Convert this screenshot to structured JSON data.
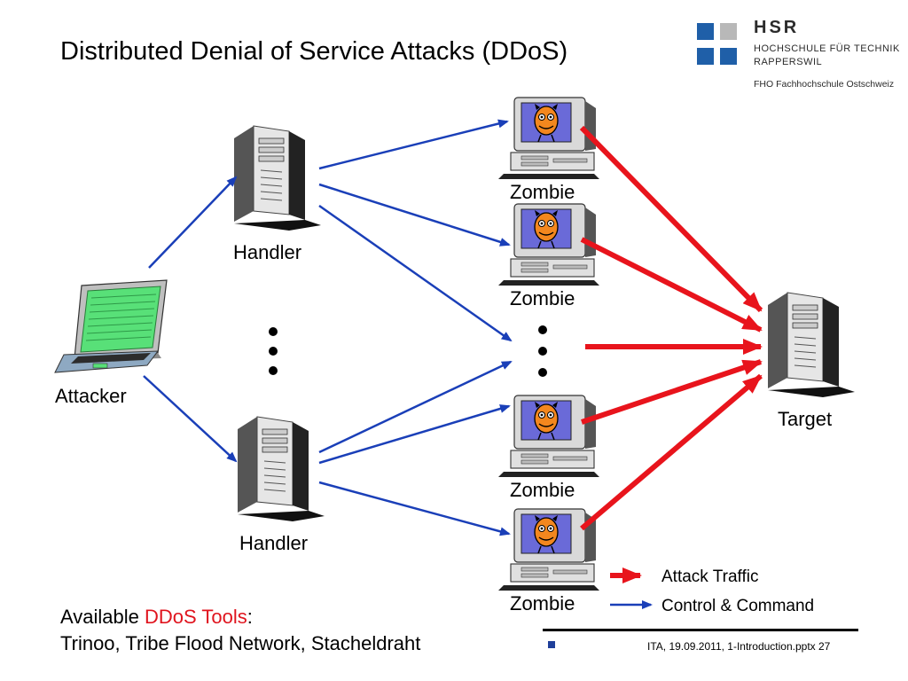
{
  "title": "Distributed Denial of Service Attacks (DDoS)",
  "logo": {
    "name": "HSR",
    "line1": "HOCHSCHULE FÜR TECHNIK",
    "line2": "RAPPERSWIL",
    "line3": "FHO Fachhochschule Ostschweiz"
  },
  "nodes": {
    "attacker": "Attacker",
    "handler_top": "Handler",
    "handler_bottom": "Handler",
    "zombie_1": "Zombie",
    "zombie_2": "Zombie",
    "zombie_3": "Zombie",
    "zombie_4": "Zombie",
    "target": "Target"
  },
  "legend": {
    "attack": "Attack Traffic",
    "control": "Control & Command"
  },
  "tools": {
    "prefix": "Available ",
    "highlight": "DDoS Tools",
    "suffix": ":",
    "list": "Trinoo, Tribe Flood Network, Stacheldraht"
  },
  "footer": "ITA, 19.09.2011, 1-Introduction.pptx 27",
  "colors": {
    "attack": "#e8141c",
    "control": "#1a3fb8",
    "logo_blue": "#1f5fa8",
    "logo_gray": "#b8b8b8"
  }
}
